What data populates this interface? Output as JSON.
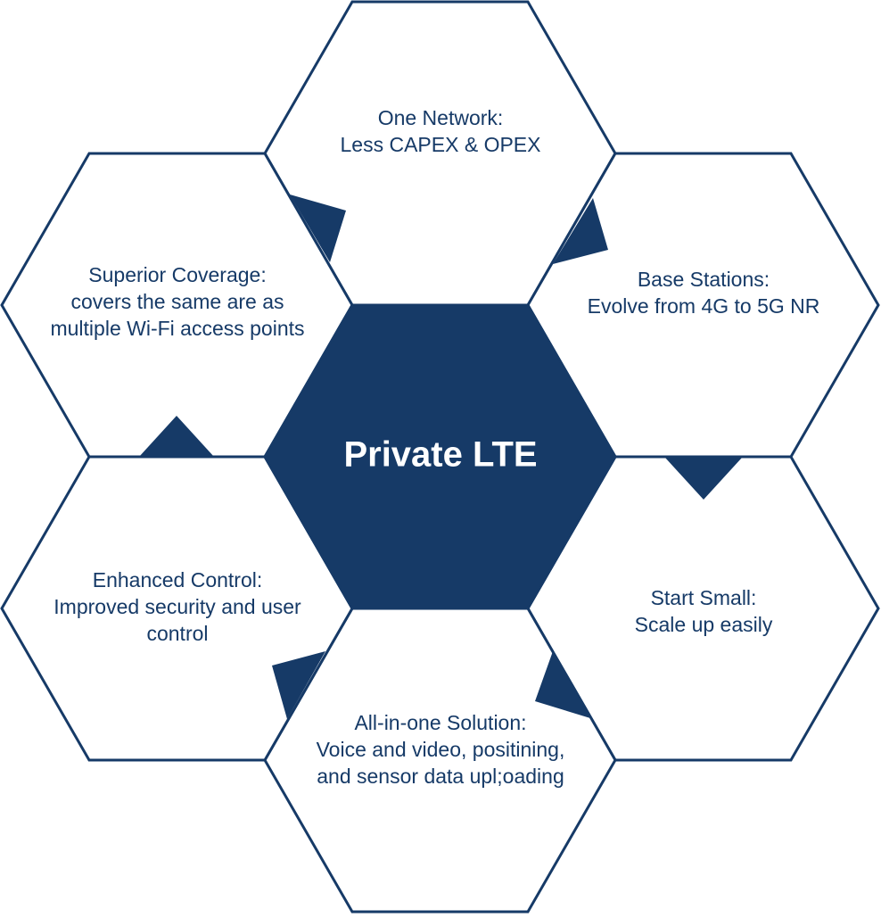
{
  "center": {
    "label": "Private LTE"
  },
  "hexagons": [
    {
      "id": "one-network",
      "title": "One Network:",
      "lines": [
        "Less CAPEX & OPEX"
      ]
    },
    {
      "id": "base-stations",
      "title": "Base Stations:",
      "lines": [
        "Evolve from 4G to 5G NR"
      ]
    },
    {
      "id": "start-small",
      "title": "Start Small:",
      "lines": [
        "Scale up easily"
      ]
    },
    {
      "id": "all-in-one",
      "title": "All-in-one Solution:",
      "lines": [
        "Voice and video, positining,",
        "and sensor data upl;oading"
      ]
    },
    {
      "id": "enhanced-control",
      "title": "Enhanced Control:",
      "lines": [
        "Improved security and user",
        "control"
      ]
    },
    {
      "id": "superior-coverage",
      "title": "Superior Coverage:",
      "lines": [
        "covers the same are as",
        "multiple Wi-Fi access points"
      ]
    }
  ],
  "colors": {
    "primary": "#163a67",
    "background": "#ffffff",
    "center_text": "#ffffff"
  }
}
